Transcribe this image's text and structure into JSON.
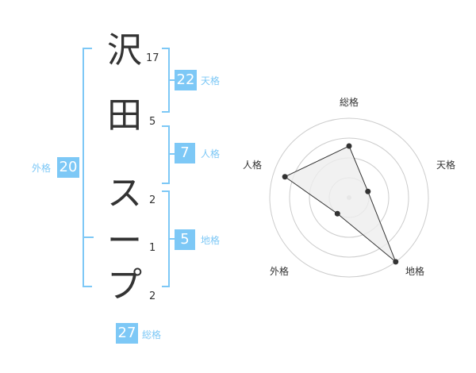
{
  "name": {
    "chars": [
      "沢",
      "田",
      "ス",
      "ー",
      "プ"
    ],
    "strokes": [
      "17",
      "5",
      "2",
      "1",
      "2"
    ]
  },
  "grids": {
    "tenkaku": {
      "value": "22",
      "label": "天格"
    },
    "jinkaku": {
      "value": "7",
      "label": "人格"
    },
    "chikaku": {
      "value": "5",
      "label": "地格"
    },
    "gaikaku": {
      "value": "20",
      "label": "外格"
    },
    "soukaku": {
      "value": "27",
      "label": "総格"
    }
  },
  "chart_data": {
    "type": "radar",
    "axes": [
      "総格",
      "天格",
      "地格",
      "外格",
      "人格"
    ],
    "values": [
      0.65,
      0.25,
      1.0,
      0.25,
      0.85
    ],
    "rings": 4,
    "colors": {
      "fill": "#eeeeee",
      "stroke": "#333333",
      "grid": "#cccccc",
      "point": "#333333"
    }
  },
  "colors": {
    "accent": "#7dc8f6",
    "text": "#333333"
  }
}
